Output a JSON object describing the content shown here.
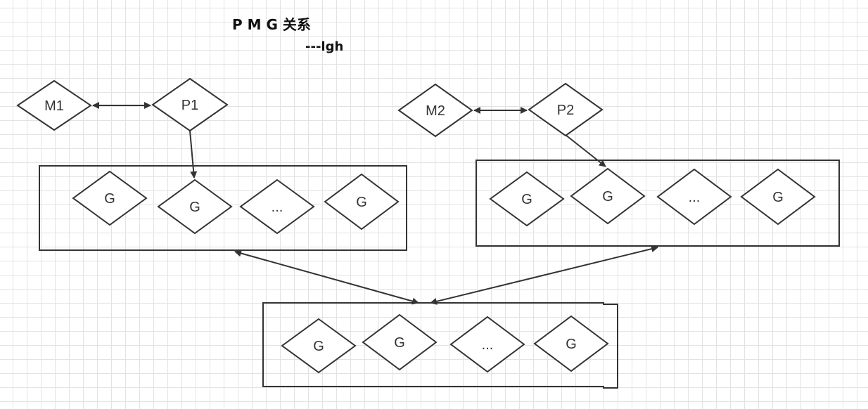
{
  "title": "P M G 关系",
  "subtitle": "---lgh",
  "nodes": {
    "m1": "M1",
    "p1": "P1",
    "m2": "M2",
    "p2": "P2"
  },
  "queue_left": [
    "G",
    "G",
    "...",
    "G"
  ],
  "queue_right": [
    "G",
    "G",
    "...",
    "G"
  ],
  "queue_global": [
    "G",
    "G",
    "...",
    "G"
  ],
  "colors": {
    "stroke": "#333333",
    "grid": "#e3e3e3",
    "background": "#ffffff"
  }
}
